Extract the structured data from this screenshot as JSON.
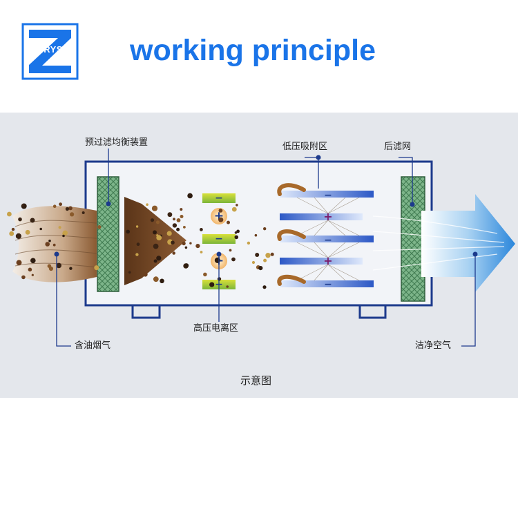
{
  "header": {
    "logo_text": "CHRYSO",
    "title": "working principle"
  },
  "labels": {
    "pre_filter": "预过滤均衡装置",
    "low_voltage": "低压吸附区",
    "post_filter": "后滤网",
    "high_voltage": "高压电离区",
    "oily_smoke": "含油烟气",
    "clean_air": "洁净空气",
    "caption": "示意图"
  },
  "symbols": {
    "positive": "+",
    "negative": "−"
  },
  "colors": {
    "brand_blue": "#1a74e8",
    "frame_navy": "#1c3a8c",
    "panel_bg": "#e4e7ec",
    "filter_green": "#6aa87a",
    "smoke_brown": "#7a4a26"
  }
}
